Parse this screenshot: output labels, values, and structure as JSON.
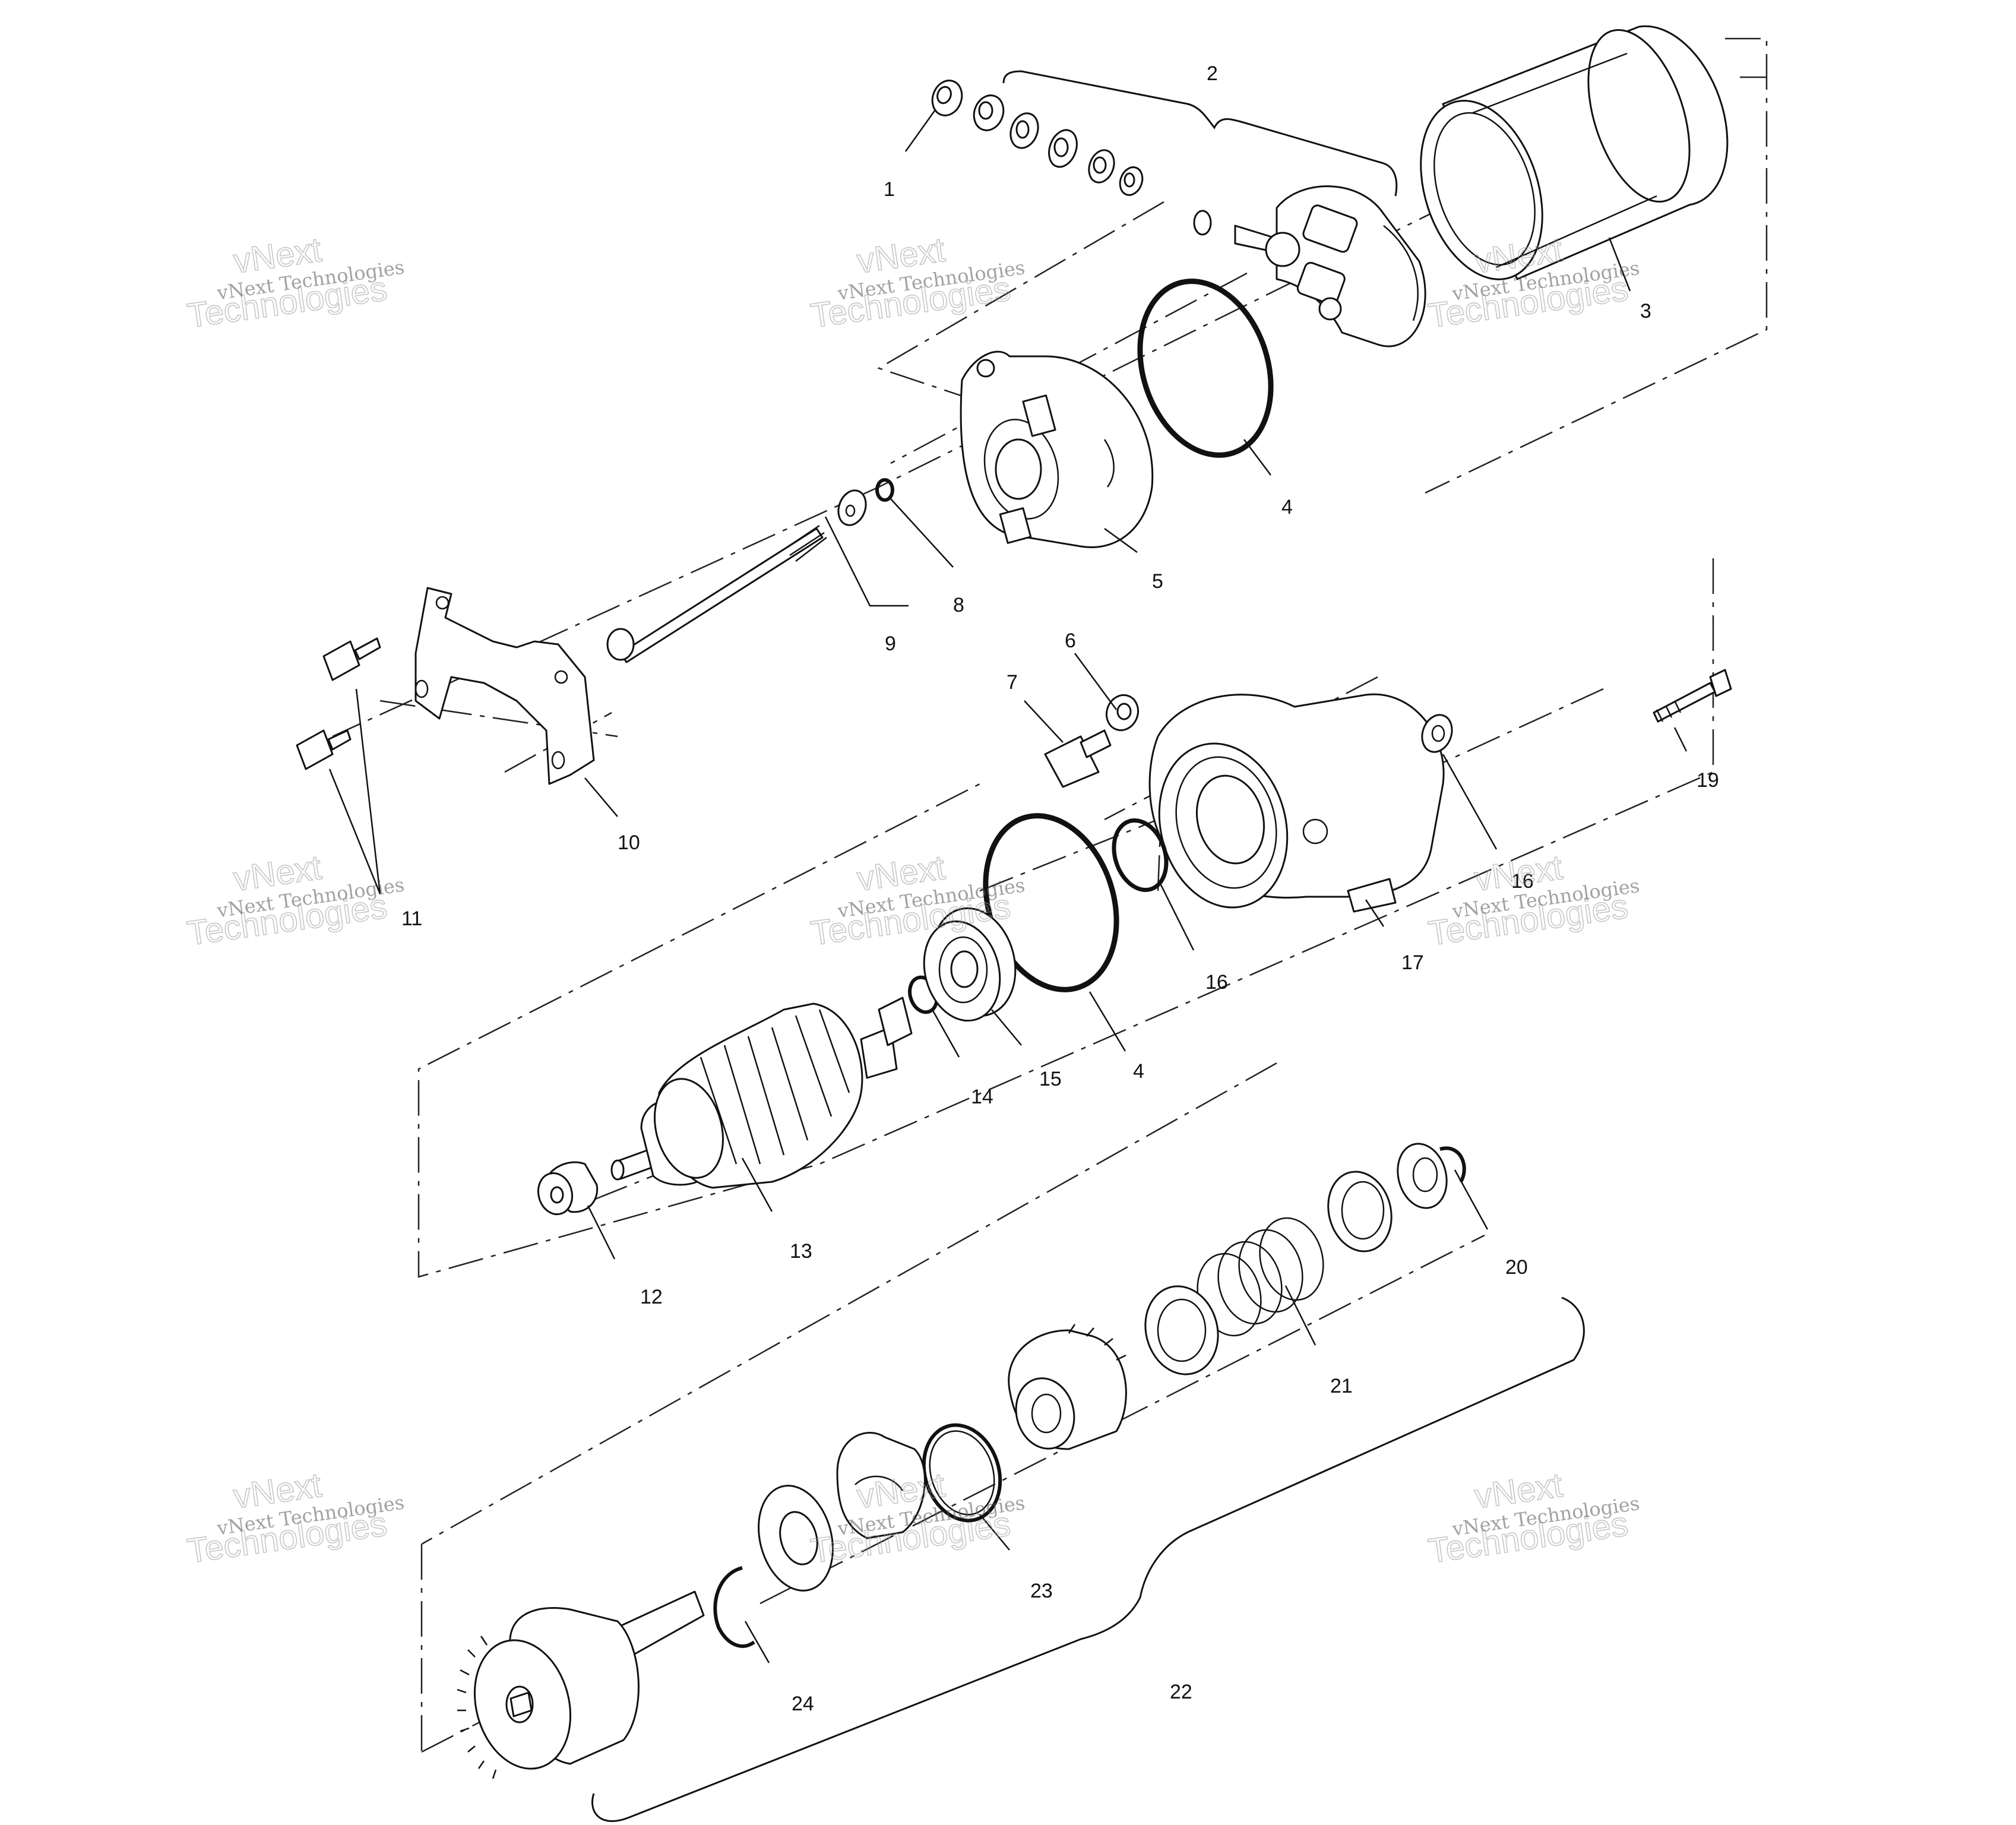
{
  "diagram": {
    "callouts": [
      "1",
      "2",
      "3",
      "4",
      "5",
      "6",
      "7",
      "8",
      "9",
      "10",
      "11",
      "12",
      "13",
      "14",
      "15",
      "16",
      "4",
      "16",
      "17",
      "19",
      "20",
      "21",
      "22",
      "23",
      "24"
    ]
  },
  "watermark": {
    "line1": "vNext Technologies",
    "line2": "vNext",
    "line3": "Technologies"
  }
}
